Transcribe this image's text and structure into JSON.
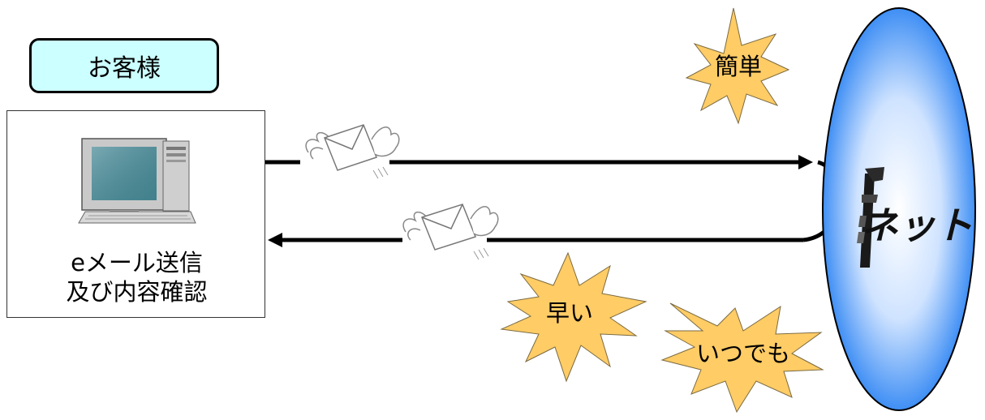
{
  "customer": {
    "label": "お客様"
  },
  "pc_panel": {
    "line1": "eメール送信",
    "line2": "及び内容確認"
  },
  "bursts": {
    "simple": "簡単",
    "fast": "早い",
    "anytime": "いつでも"
  },
  "service": {
    "logo_text": "ネット"
  },
  "colors": {
    "customer_fill": "#ccffff",
    "burst_fill": "#ffcc66",
    "oval_center": "#ffffff",
    "oval_edge": "#1f7cf2",
    "arrow": "#000000"
  }
}
